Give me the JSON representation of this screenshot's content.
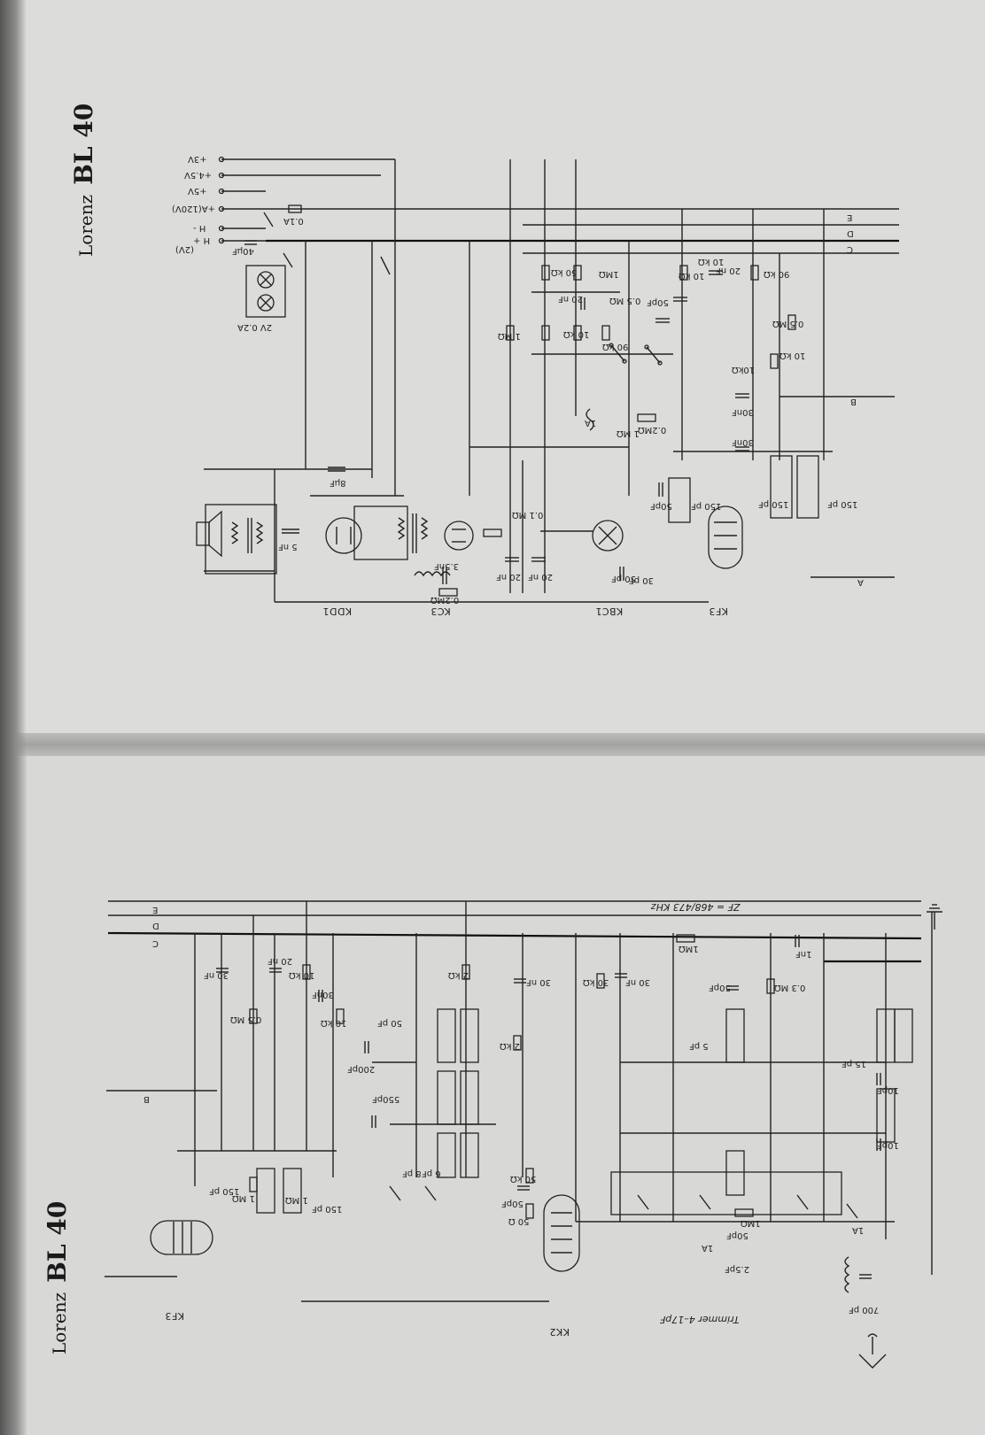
{
  "header_top": {
    "brand": "Lorenz",
    "model": "BL 40"
  },
  "header_bottom": {
    "brand": "Lorenz",
    "model": "BL 40"
  },
  "tubes_top": [
    "KDD1",
    "KC3",
    "KBC1",
    "KF3"
  ],
  "tubes_bottom": [
    "KF3",
    "KK2"
  ],
  "supply_terminals": [
    "+3V",
    "+4.5V",
    "+5V",
    "+A(120V)",
    "H -",
    "H +"
  ],
  "supply_notes": [
    "(2V)",
    "2V 0.2A",
    "0.1A",
    "40µF"
  ],
  "bus_lines": [
    "E",
    "D",
    "C",
    "B",
    "A"
  ],
  "components_top": [
    "8µF",
    "5 nF",
    "3.5nF",
    "0.2MΩ",
    "20 nF",
    "20 nF",
    "0.1 MΩ",
    "1 MΩ",
    "50 pF",
    "1 MΩ",
    "0.2MΩ",
    "50pF",
    "150 pF",
    "30 pF",
    "150 pF",
    "150 pF",
    "50 kΩ",
    "1MΩ",
    "10 kΩ",
    "90 kΩ",
    "0.5 MΩ",
    "20 nF",
    "50pF",
    "10 kΩ",
    "10 kΩ",
    "20 nF",
    "90 kΩ",
    "0.5 MΩ",
    "10 kΩ",
    "10kΩ",
    "30nF",
    "30nF",
    "1A"
  ],
  "components_bottom": [
    "150 pF",
    "1 MΩ",
    "0.5 MΩ",
    "30 nF",
    "20 nF",
    "10 kΩ",
    "150 pF",
    "1 MΩ",
    "30nF",
    "10 kΩ",
    "50 pF",
    "200pF",
    "550pF",
    "8 pF",
    "6 pF",
    "2 kΩ",
    "2 kΩ",
    "30 nF",
    "50 kΩ",
    "50pF",
    "50 Ω",
    "30 kΩ",
    "30 nF",
    "1MΩ",
    "1nF",
    "50pF",
    "0.3 MΩ",
    "5 pF",
    "15 pF",
    "10pF",
    "10pF",
    "50pF",
    "1MΩ",
    "2.5pF",
    "1A",
    "1A",
    "700 pF"
  ],
  "notes_bottom": {
    "if_freq": "ZF = 468/473 KHz",
    "trimmer": "Trimmer 4–17pF"
  }
}
